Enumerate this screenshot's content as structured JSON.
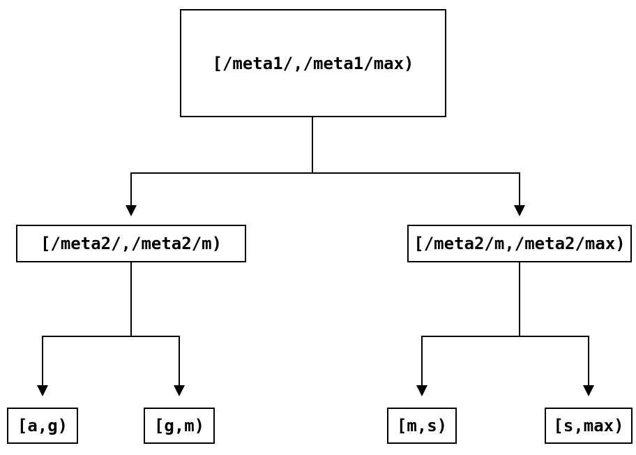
{
  "diagram": {
    "root": {
      "label": "[/meta1/,/meta1/max)"
    },
    "level1": [
      {
        "label": "[/meta2/,/meta2/m)"
      },
      {
        "label": "[/meta2/m,/meta2/max)"
      }
    ],
    "level2": [
      {
        "label": "[a,g)"
      },
      {
        "label": "[g,m)"
      },
      {
        "label": "[m,s)"
      },
      {
        "label": "[s,max)"
      }
    ],
    "colors": {
      "line": "#000000",
      "box_border": "#000000",
      "box_fill": "#ffffff",
      "background": "#ffffff"
    }
  }
}
